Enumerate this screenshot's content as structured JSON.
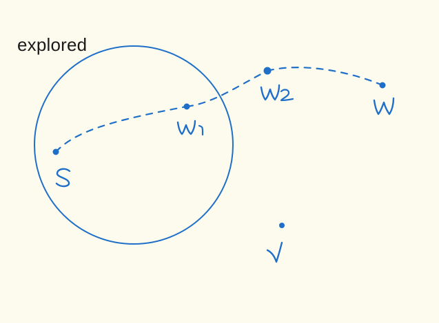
{
  "caption": "explored",
  "ink_color": "#1f6fc8",
  "background": "#fdfbee",
  "caption_color": "#1a1a1a",
  "nodes": [
    {
      "id": "s",
      "label": "s"
    },
    {
      "id": "w1",
      "label": "w1"
    },
    {
      "id": "w2",
      "label": "w2"
    },
    {
      "id": "w",
      "label": "w"
    },
    {
      "id": "v",
      "label": "v"
    }
  ],
  "path": [
    "s",
    "w1",
    "w2",
    "w"
  ],
  "region": {
    "name": "explored",
    "contains": [
      "s",
      "w1"
    ]
  }
}
